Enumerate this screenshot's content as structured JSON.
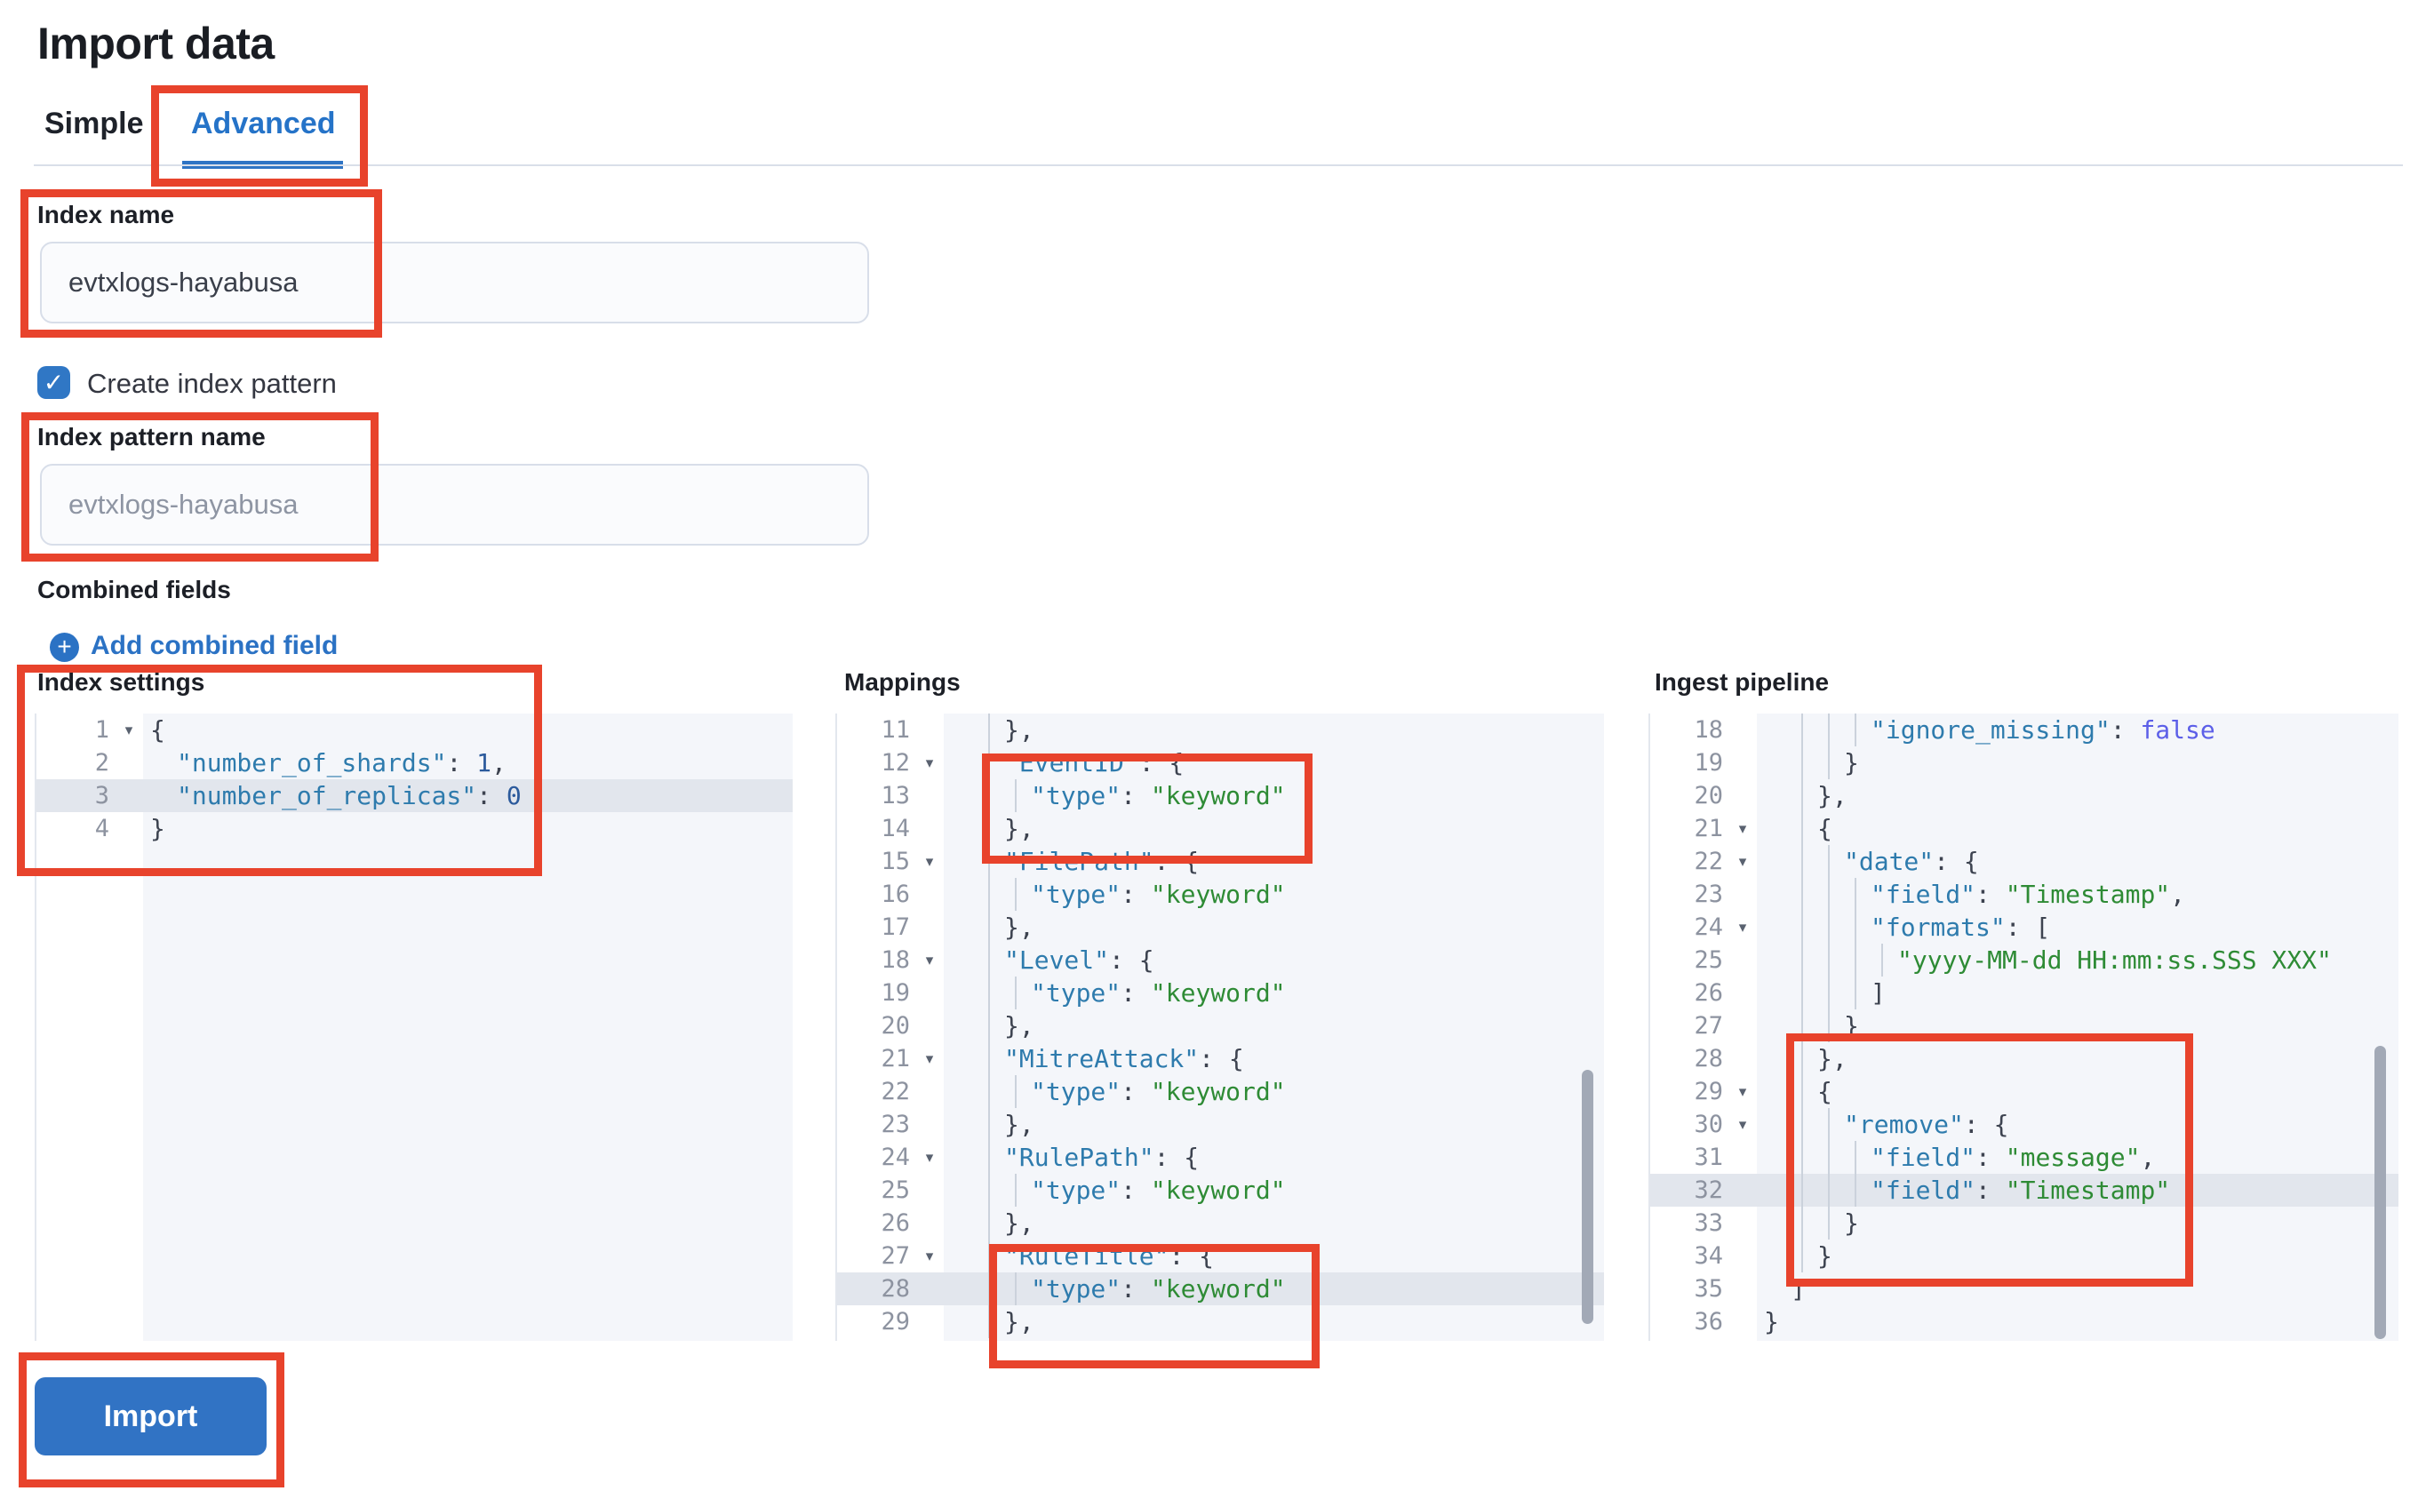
{
  "page": {
    "title": "Import data"
  },
  "tabs": [
    {
      "label": "Simple",
      "active": false
    },
    {
      "label": "Advanced",
      "active": true
    }
  ],
  "form": {
    "index_name": {
      "label": "Index name",
      "value": "evtxlogs-hayabusa"
    },
    "create_index_pattern": {
      "label": "Create index pattern",
      "checked": true,
      "check_glyph": "✓"
    },
    "index_pattern_name": {
      "label": "Index pattern name",
      "placeholder": "evtxlogs-hayabusa"
    },
    "combined_fields": {
      "label": "Combined fields",
      "add_link_label": "Add combined field",
      "add_icon": "+"
    }
  },
  "import_button": {
    "label": "Import"
  },
  "colors": {
    "accent_blue": "#2b72c4",
    "button_blue": "#3173c4",
    "checkbox_blue": "#3077c5",
    "annotation_red": "#e8432c",
    "editor_background": "#f4f6fa",
    "line_highlight": "#e2e6ed",
    "json_key": "#2e7bad",
    "json_string": "#2e8b35",
    "json_number": "#2b5a9c",
    "json_boolean": "#5c5fe8"
  },
  "editors": {
    "index_settings": {
      "label": "Index settings",
      "lines": [
        {
          "n": 1,
          "fold": true,
          "ind": 0,
          "t": [
            [
              "p",
              "{"
            ]
          ]
        },
        {
          "n": 2,
          "ind": 1,
          "t": [
            [
              "k",
              "\"number_of_shards\""
            ],
            [
              "p",
              ": "
            ],
            [
              "n",
              "1"
            ],
            [
              "p",
              ","
            ]
          ]
        },
        {
          "n": 3,
          "ind": 1,
          "hl": true,
          "t": [
            [
              "k",
              "\"number_of_replicas\""
            ],
            [
              "p",
              ": "
            ],
            [
              "n",
              "0"
            ]
          ]
        },
        {
          "n": 4,
          "ind": 0,
          "t": [
            [
              "p",
              "}"
            ]
          ]
        }
      ]
    },
    "mappings": {
      "label": "Mappings",
      "lines": [
        {
          "n": 11,
          "ind": 2,
          "t": [
            [
              "p",
              "},"
            ]
          ]
        },
        {
          "n": 12,
          "fold": true,
          "ind": 2,
          "t": [
            [
              "k",
              "\"EventID\""
            ],
            [
              "p",
              ": {"
            ]
          ]
        },
        {
          "n": 13,
          "ind": 3,
          "t": [
            [
              "k",
              "\"type\""
            ],
            [
              "p",
              ": "
            ],
            [
              "s",
              "\"keyword\""
            ]
          ]
        },
        {
          "n": 14,
          "ind": 2,
          "t": [
            [
              "p",
              "},"
            ]
          ]
        },
        {
          "n": 15,
          "fold": true,
          "ind": 2,
          "t": [
            [
              "k",
              "\"FilePath\""
            ],
            [
              "p",
              ": {"
            ]
          ]
        },
        {
          "n": 16,
          "ind": 3,
          "t": [
            [
              "k",
              "\"type\""
            ],
            [
              "p",
              ": "
            ],
            [
              "s",
              "\"keyword\""
            ]
          ]
        },
        {
          "n": 17,
          "ind": 2,
          "t": [
            [
              "p",
              "},"
            ]
          ]
        },
        {
          "n": 18,
          "fold": true,
          "ind": 2,
          "t": [
            [
              "k",
              "\"Level\""
            ],
            [
              "p",
              ": {"
            ]
          ]
        },
        {
          "n": 19,
          "ind": 3,
          "t": [
            [
              "k",
              "\"type\""
            ],
            [
              "p",
              ": "
            ],
            [
              "s",
              "\"keyword\""
            ]
          ]
        },
        {
          "n": 20,
          "ind": 2,
          "t": [
            [
              "p",
              "},"
            ]
          ]
        },
        {
          "n": 21,
          "fold": true,
          "ind": 2,
          "t": [
            [
              "k",
              "\"MitreAttack\""
            ],
            [
              "p",
              ": {"
            ]
          ]
        },
        {
          "n": 22,
          "ind": 3,
          "t": [
            [
              "k",
              "\"type\""
            ],
            [
              "p",
              ": "
            ],
            [
              "s",
              "\"keyword\""
            ]
          ]
        },
        {
          "n": 23,
          "ind": 2,
          "t": [
            [
              "p",
              "},"
            ]
          ]
        },
        {
          "n": 24,
          "fold": true,
          "ind": 2,
          "t": [
            [
              "k",
              "\"RulePath\""
            ],
            [
              "p",
              ": {"
            ]
          ]
        },
        {
          "n": 25,
          "ind": 3,
          "t": [
            [
              "k",
              "\"type\""
            ],
            [
              "p",
              ": "
            ],
            [
              "s",
              "\"keyword\""
            ]
          ]
        },
        {
          "n": 26,
          "ind": 2,
          "t": [
            [
              "p",
              "},"
            ]
          ]
        },
        {
          "n": 27,
          "fold": true,
          "ind": 2,
          "t": [
            [
              "k",
              "\"RuleTitle\""
            ],
            [
              "p",
              ": {"
            ]
          ]
        },
        {
          "n": 28,
          "ind": 3,
          "hl": true,
          "t": [
            [
              "k",
              "\"type\""
            ],
            [
              "p",
              ": "
            ],
            [
              "s",
              "\"keyword\""
            ]
          ]
        },
        {
          "n": 29,
          "ind": 2,
          "t": [
            [
              "p",
              "},"
            ]
          ]
        }
      ]
    },
    "ingest_pipeline": {
      "label": "Ingest pipeline",
      "lines": [
        {
          "n": 18,
          "ind": 4,
          "t": [
            [
              "k",
              "\"ignore_missing\""
            ],
            [
              "p",
              ": "
            ],
            [
              "b",
              "false"
            ]
          ]
        },
        {
          "n": 19,
          "ind": 3,
          "t": [
            [
              "p",
              "}"
            ]
          ]
        },
        {
          "n": 20,
          "ind": 2,
          "t": [
            [
              "p",
              "},"
            ]
          ]
        },
        {
          "n": 21,
          "fold": true,
          "ind": 2,
          "t": [
            [
              "p",
              "{"
            ]
          ]
        },
        {
          "n": 22,
          "fold": true,
          "ind": 3,
          "t": [
            [
              "k",
              "\"date\""
            ],
            [
              "p",
              ": {"
            ]
          ]
        },
        {
          "n": 23,
          "ind": 4,
          "t": [
            [
              "k",
              "\"field\""
            ],
            [
              "p",
              ": "
            ],
            [
              "s",
              "\"Timestamp\""
            ],
            [
              "p",
              ","
            ]
          ]
        },
        {
          "n": 24,
          "fold": true,
          "ind": 4,
          "t": [
            [
              "k",
              "\"formats\""
            ],
            [
              "p",
              ": ["
            ]
          ]
        },
        {
          "n": 25,
          "ind": 5,
          "t": [
            [
              "s",
              "\"yyyy-MM-dd HH:mm:ss.SSS XXX\""
            ]
          ]
        },
        {
          "n": 26,
          "ind": 4,
          "t": [
            [
              "p",
              "]"
            ]
          ]
        },
        {
          "n": 27,
          "ind": 3,
          "t": [
            [
              "p",
              "}"
            ]
          ]
        },
        {
          "n": 28,
          "ind": 2,
          "t": [
            [
              "p",
              "},"
            ]
          ]
        },
        {
          "n": 29,
          "fold": true,
          "ind": 2,
          "t": [
            [
              "p",
              "{"
            ]
          ]
        },
        {
          "n": 30,
          "fold": true,
          "ind": 3,
          "t": [
            [
              "k",
              "\"remove\""
            ],
            [
              "p",
              ": {"
            ]
          ]
        },
        {
          "n": 31,
          "ind": 4,
          "t": [
            [
              "k",
              "\"field\""
            ],
            [
              "p",
              ": "
            ],
            [
              "s",
              "\"message\""
            ],
            [
              "p",
              ","
            ]
          ]
        },
        {
          "n": 32,
          "ind": 4,
          "hl": true,
          "t": [
            [
              "k",
              "\"field\""
            ],
            [
              "p",
              ": "
            ],
            [
              "s",
              "\"Timestamp\""
            ]
          ]
        },
        {
          "n": 33,
          "ind": 3,
          "t": [
            [
              "p",
              "}"
            ]
          ]
        },
        {
          "n": 34,
          "ind": 2,
          "t": [
            [
              "p",
              "}"
            ]
          ]
        },
        {
          "n": 35,
          "ind": 1,
          "t": [
            [
              "p",
              "]"
            ]
          ]
        },
        {
          "n": 36,
          "ind": 0,
          "t": [
            [
              "p",
              "}"
            ]
          ]
        }
      ]
    }
  }
}
